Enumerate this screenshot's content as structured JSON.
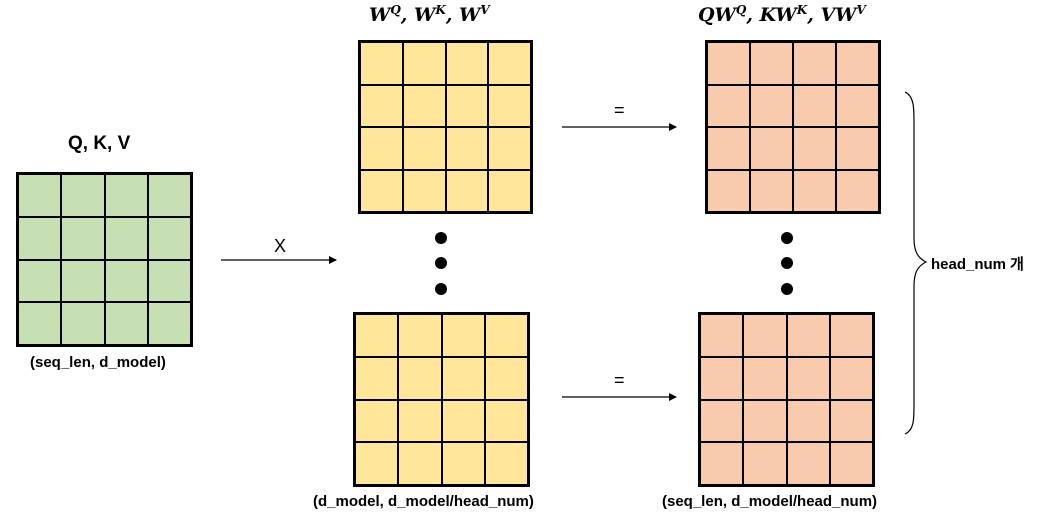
{
  "input_matrix": {
    "title": "Q, K, V",
    "shape": "(seq_len, d_model)"
  },
  "weight_matrix": {
    "title": {
      "w1": "W",
      "s1": "Q",
      "w2": "W",
      "s2": "K",
      "w3": "W",
      "s3": "V"
    },
    "shape": "(d_model, d_model/head_num)"
  },
  "output_matrix": {
    "title": {
      "a1": "QW",
      "s1": "Q",
      "a2": "KW",
      "s2": "K",
      "a3": "VW",
      "s3": "V"
    },
    "shape": "(seq_len, d_model/head_num)"
  },
  "operators": {
    "multiply": "X",
    "equals_top": "=",
    "equals_bottom": "="
  },
  "brace_label": "head_num 개",
  "colors": {
    "input": "#c6e0b4",
    "weight": "#ffe699",
    "output": "#f8cbad",
    "stroke": "#000000"
  }
}
